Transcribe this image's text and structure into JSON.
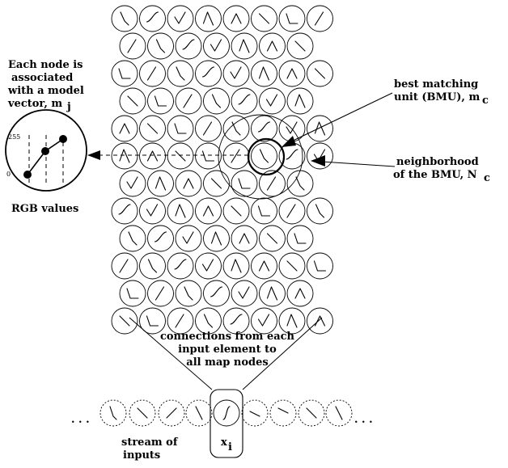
{
  "labels": {
    "model_vector": [
      "Each node is",
      "associated",
      "with a model",
      "vector, m"
    ],
    "model_vector_sub": "j",
    "rgb_values": "RGB values",
    "scale_max": "255",
    "scale_min": "0",
    "bmu": [
      "best matching",
      "unit (BMU), m"
    ],
    "bmu_sub": "c",
    "neighborhood": [
      "neighborhood",
      "of the BMU, N"
    ],
    "neighborhood_sub": "c",
    "connections": [
      "connections from each",
      "input element to",
      "all map nodes"
    ],
    "stream": [
      "stream of",
      "inputs"
    ],
    "input_x": "x",
    "input_sub": "i",
    "ellipsis_left": ". . .",
    "ellipsis_right": ". . ."
  },
  "colors": {
    "stroke": "#000000",
    "background": "#ffffff"
  }
}
